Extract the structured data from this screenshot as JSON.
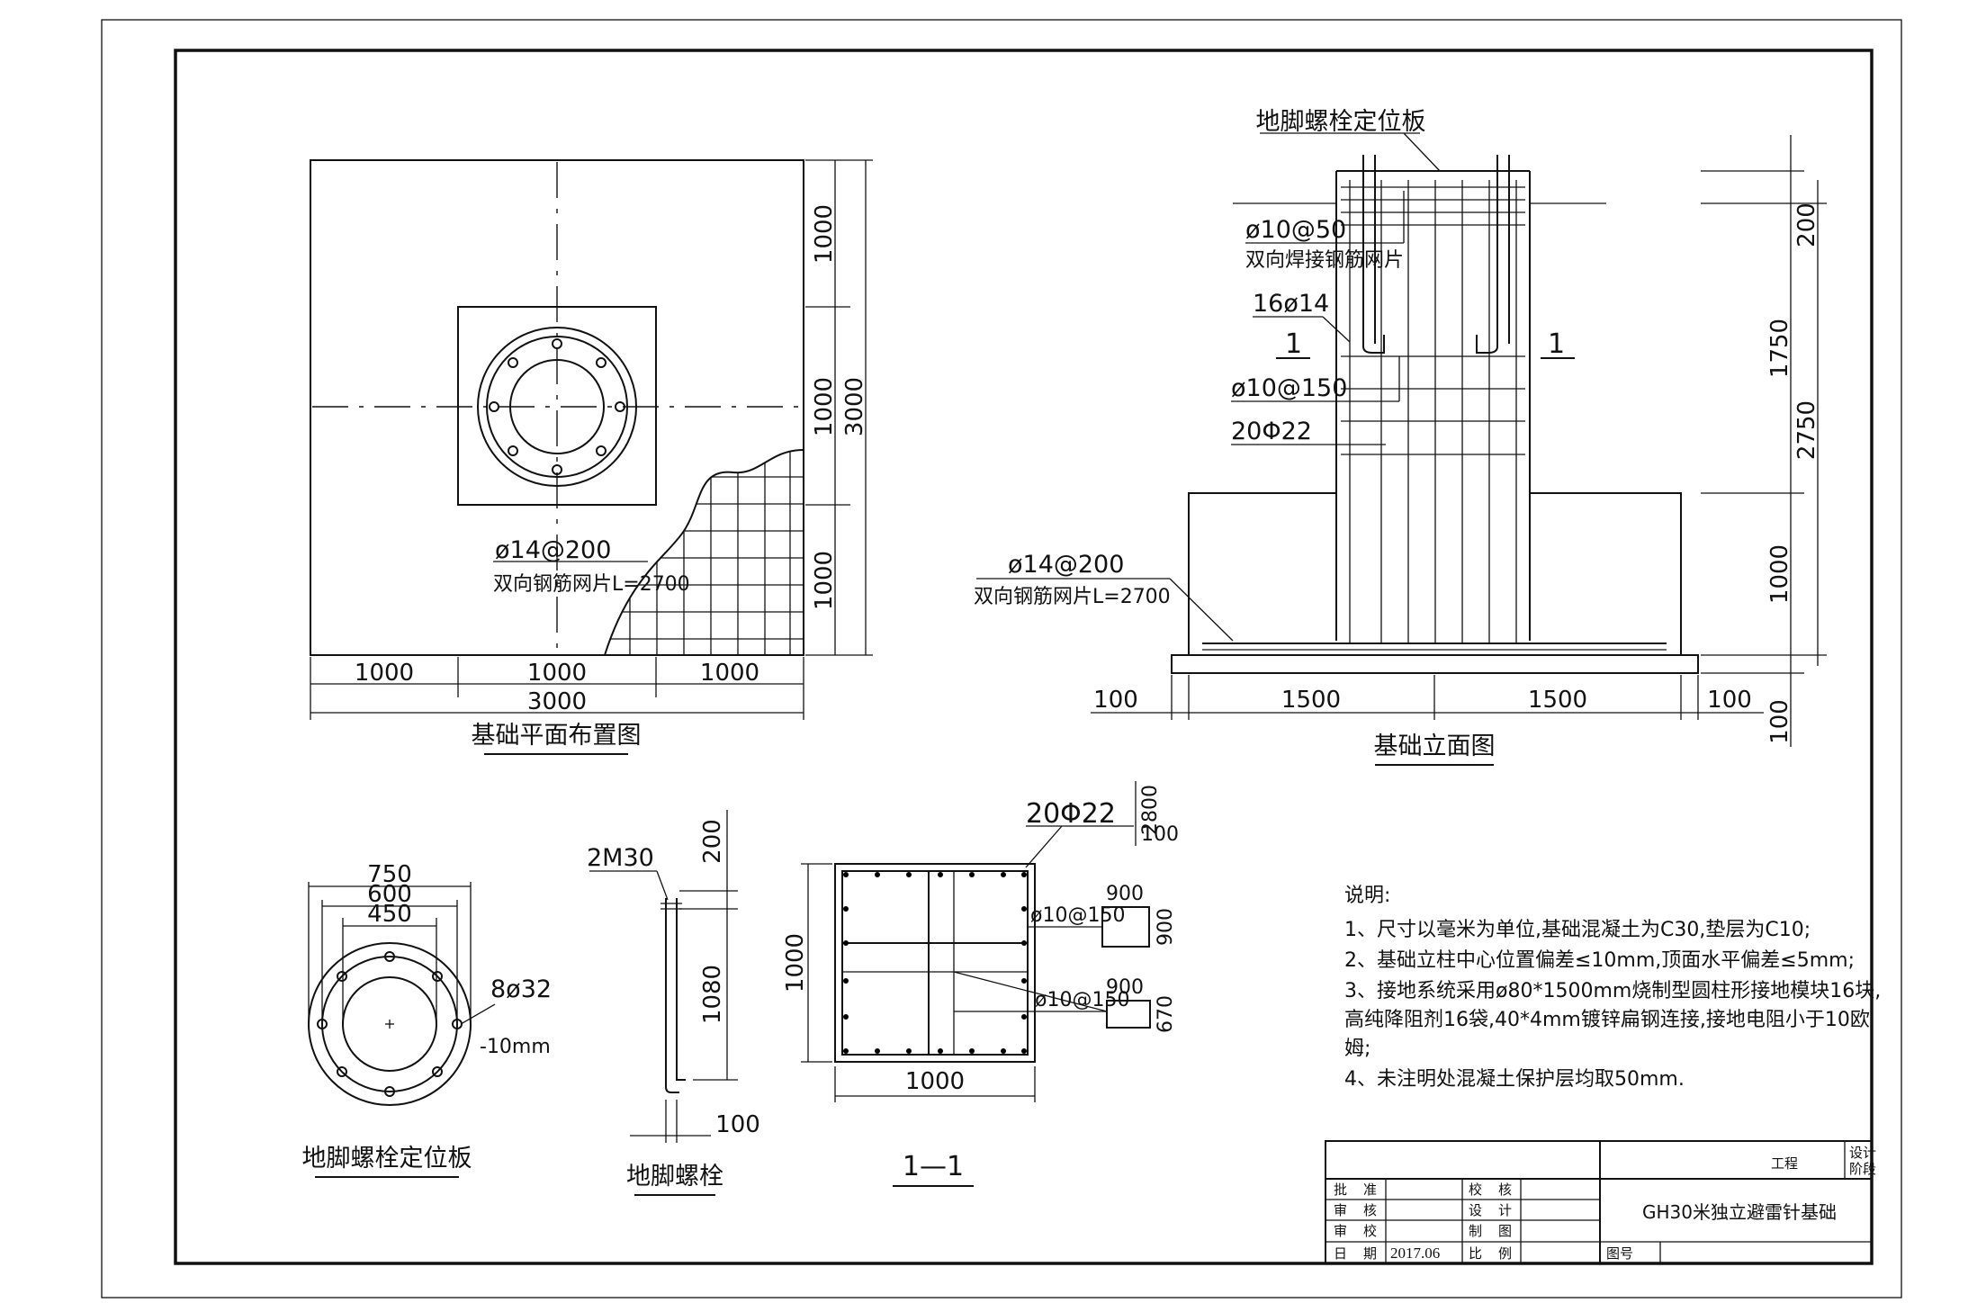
{
  "plan": {
    "title": "基础平面布置图",
    "rebar_spec": "ø14@200",
    "rebar_mesh": "双向钢筋网片L=2700",
    "dims_h": [
      "1000",
      "1000",
      "1000"
    ],
    "total_h": "3000",
    "dims_v": [
      "1000",
      "1000",
      "1000"
    ],
    "total_v": "3000"
  },
  "elevation": {
    "title": "基础立面图",
    "plate_label": "地脚螺栓定位板",
    "spec1": "ø10@50",
    "spec1_note": "双向焊接钢筋网片",
    "spec2": "16ø14",
    "spec3": "ø10@150",
    "spec4": "20Φ22",
    "spec5": "ø14@200",
    "spec5_note": "双向钢筋网片L=2700",
    "section_mark": "1",
    "dims_bottom": [
      "100",
      "1500",
      "1500",
      "100"
    ],
    "dims_right": [
      "200",
      "1750",
      "2750",
      "1000",
      "100"
    ]
  },
  "plate": {
    "title": "地脚螺栓定位板",
    "d1": "750",
    "d2": "600",
    "d3": "450",
    "holes": "8ø32",
    "thickness": "-10mm"
  },
  "bolt": {
    "title": "地脚螺栓",
    "spec": "2M30",
    "d_top": "200",
    "d_len": "1080",
    "d_hook": "100"
  },
  "section": {
    "title": "1—1",
    "spec_main": "20Φ22",
    "spec_len": "2800",
    "spec_end": "100",
    "tie1": "ø10@150",
    "tie1_w": "900",
    "tie1_h": "900",
    "tie2": "ø10@150",
    "tie2_w": "900",
    "tie2_h": "670",
    "dim_v": "1000",
    "dim_h": "1000"
  },
  "notes": {
    "heading": "说明:",
    "lines": [
      "1、尺寸以毫米为单位,基础混凝土为C30,垫层为C10;",
      "2、基础立柱中心位置偏差≤10mm,顶面水平偏差≤5mm;",
      "3、接地系统采用ø80*1500mm烧制型圆柱形接地模块16块,",
      "高纯降阻剂16袋,40*4mm镀锌扁钢连接,接地电阻小于10欧",
      "姆;",
      "4、未注明处混凝土保护层均取50mm."
    ]
  },
  "titleblock": {
    "r1": [
      "批",
      "准"
    ],
    "r2": [
      "审",
      "核"
    ],
    "r3": [
      "审",
      "校"
    ],
    "r4": [
      "日",
      "期"
    ],
    "c1": [
      "校",
      "核"
    ],
    "c2": [
      "设",
      "计"
    ],
    "c3": [
      "制",
      "图"
    ],
    "c4": [
      "比",
      "例"
    ],
    "date": "2017.06",
    "project_label": "工程",
    "stage_label_1": "设计",
    "stage_label_2": "阶段",
    "drawing_title": "GH30米独立避雷针基础",
    "drawing_no_label": "图号"
  }
}
